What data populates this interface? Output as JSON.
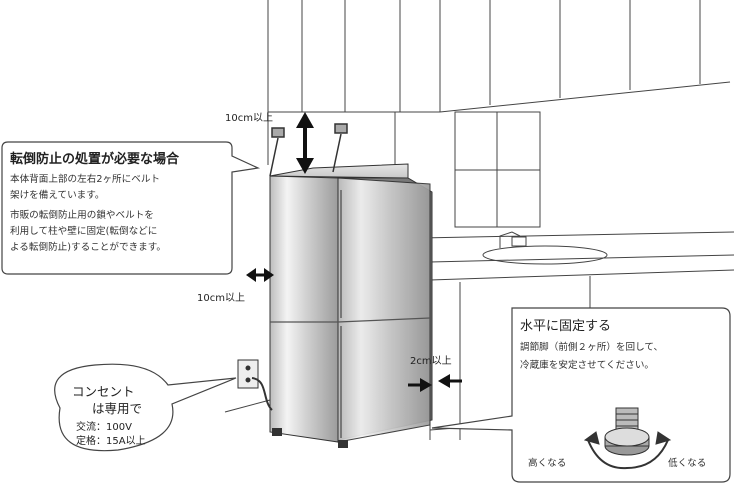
{
  "dimensions": {
    "top_clearance": "10cm以上",
    "side_clearance": "10cm以上",
    "back_clearance": "2cm以上"
  },
  "tip_over_note": {
    "title": "転倒防止の処置が必要な場合",
    "lines": [
      "本体背面上部の左右2ヶ所にベルト",
      "架けを備えています。",
      "市販の転倒防止用の鎖やベルトを",
      "利用して柱や壁に固定(転倒などに",
      "よる転倒防止)することができます。"
    ]
  },
  "outlet_note": {
    "line1": "コンセント",
    "line2": "は専用で",
    "spec1": "交流：100V",
    "spec2": "定格：15A以上"
  },
  "leveling_note": {
    "title": "水平に固定する",
    "line1": "調節脚（前側２ヶ所）を回して、",
    "line2": "冷蔵庫を安定させてください。",
    "higher": "高くなる",
    "lower": "低くなる"
  }
}
